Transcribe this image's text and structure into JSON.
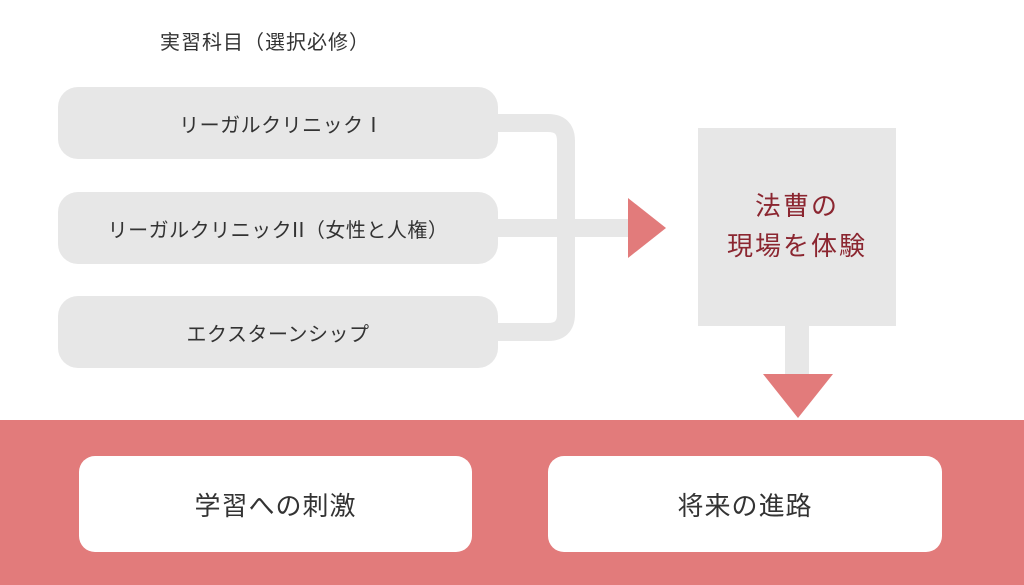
{
  "colors": {
    "pill_bg": "#e7e7e7",
    "connector": "#e7e7e7",
    "arrow": "#e27b7b",
    "band": "#e27b7b",
    "outcome_text": "#8b2630",
    "text": "#333333"
  },
  "heading": "実習科目（選択必修）",
  "courses": [
    "リーガルクリニック I",
    "リーガルクリニックII（女性と人権）",
    "エクスターンシップ"
  ],
  "outcome": {
    "line1": "法曹の",
    "line2": "現場を体験"
  },
  "results": [
    "学習への刺激",
    "将来の進路"
  ]
}
